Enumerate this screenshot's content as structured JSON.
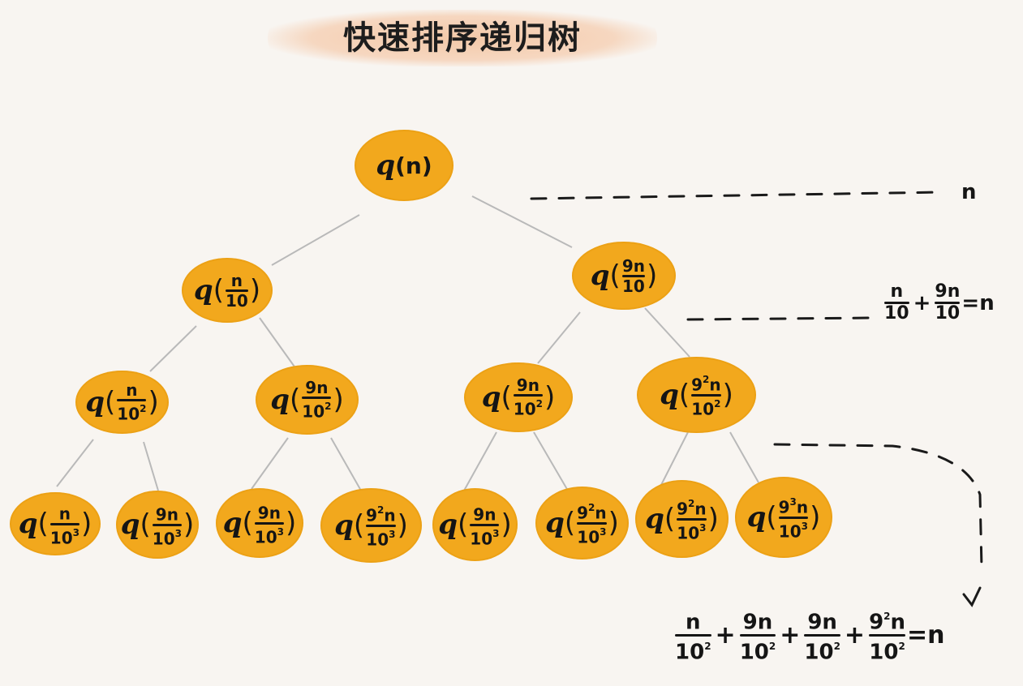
{
  "title": "快速排序递归树",
  "tree": {
    "root": {
      "prefix": "q",
      "arg": "(n)"
    },
    "level1": [
      {
        "num": "n",
        "den": "10",
        "den_exp": ""
      },
      {
        "num": "9n",
        "den": "10",
        "den_exp": ""
      }
    ],
    "level2": [
      {
        "num": "n",
        "num_exp": "",
        "den": "10",
        "den_exp": "2"
      },
      {
        "num": "9n",
        "num_exp": "",
        "den": "10",
        "den_exp": "2"
      },
      {
        "num": "9n",
        "num_exp": "",
        "den": "10",
        "den_exp": "2"
      },
      {
        "num": "9",
        "num_exp": "2",
        "num_tail": "n",
        "den": "10",
        "den_exp": "2"
      }
    ],
    "level3": [
      {
        "num": "n",
        "num_exp": "",
        "num_tail": "",
        "den": "10",
        "den_exp": "3"
      },
      {
        "num": "9n",
        "num_exp": "",
        "num_tail": "",
        "den": "10",
        "den_exp": "3"
      },
      {
        "num": "9n",
        "num_exp": "",
        "num_tail": "",
        "den": "10",
        "den_exp": "3"
      },
      {
        "num": "9",
        "num_exp": "2",
        "num_tail": "n",
        "den": "10",
        "den_exp": "3"
      },
      {
        "num": "9n",
        "num_exp": "",
        "num_tail": "",
        "den": "10",
        "den_exp": "3"
      },
      {
        "num": "9",
        "num_exp": "2",
        "num_tail": "n",
        "den": "10",
        "den_exp": "3"
      },
      {
        "num": "9",
        "num_exp": "2",
        "num_tail": "n",
        "den": "10",
        "den_exp": "3"
      },
      {
        "num": "9",
        "num_exp": "3",
        "num_tail": "n",
        "den": "10",
        "den_exp": "3"
      }
    ]
  },
  "annotations": {
    "level0": "n",
    "level1": {
      "a_num": "n",
      "a_den": "10",
      "plus": "+",
      "b_num": "9n",
      "b_den": "10",
      "equals": "=n"
    },
    "level3": {
      "terms": [
        {
          "num": "n",
          "num_exp": "",
          "num_tail": "",
          "den": "10",
          "den_exp": "2"
        },
        {
          "num": "9n",
          "num_exp": "",
          "num_tail": "",
          "den": "10",
          "den_exp": "2"
        },
        {
          "num": "9n",
          "num_exp": "",
          "num_tail": "",
          "den": "10",
          "den_exp": "2"
        },
        {
          "num": "9",
          "num_exp": "2",
          "num_tail": "n",
          "den": "10",
          "den_exp": "2"
        }
      ],
      "plus": "+",
      "equals": "=n"
    }
  },
  "colors": {
    "node_fill": "#f2a81d",
    "edge": "#b9b9b9",
    "dash": "#1a1a1a",
    "title_band": "#f3c9a8"
  }
}
